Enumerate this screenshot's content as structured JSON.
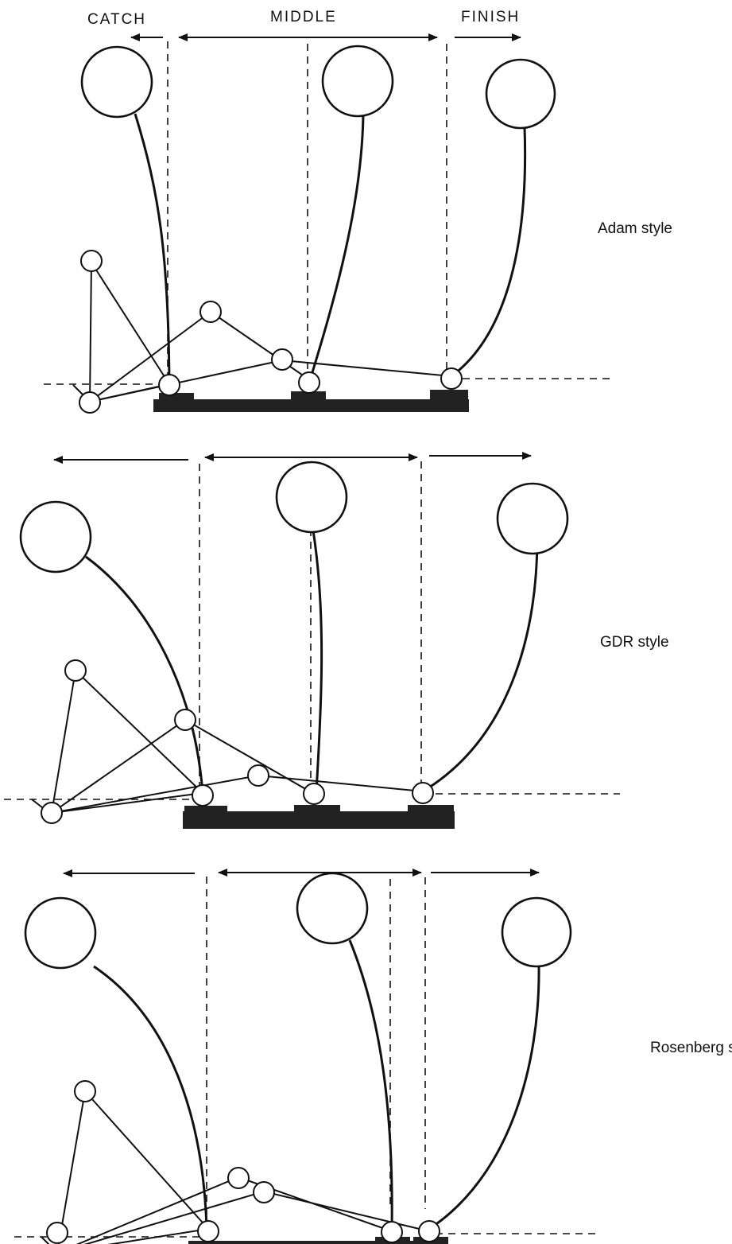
{
  "phase_labels": {
    "catch": "CATCH",
    "middle": "MIDDLE",
    "finish": "FINISH"
  },
  "styles": [
    {
      "label": "Adam style"
    },
    {
      "label": "GDR style"
    },
    {
      "label": "Rosenberg sty"
    }
  ]
}
